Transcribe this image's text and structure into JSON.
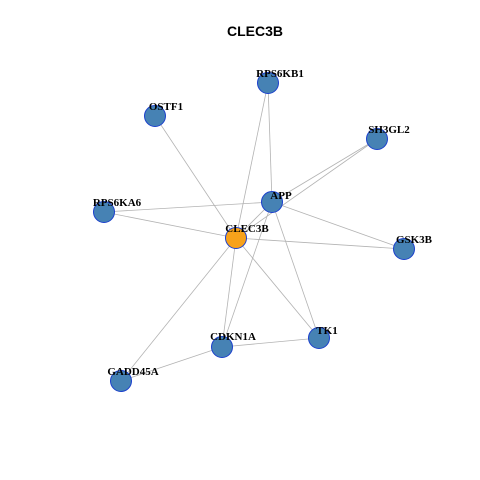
{
  "title": "CLEC3B",
  "colors": {
    "hub_node": "#f7a21b",
    "node": "#4682b4",
    "node_border": "#1a3fcc",
    "edge": "#b3b3b3"
  },
  "nodes": [
    {
      "id": "CLEC3B",
      "label": "CLEC3B",
      "hub": true
    },
    {
      "id": "APP",
      "label": "APP"
    },
    {
      "id": "RPS6KB1",
      "label": "RPS6KB1"
    },
    {
      "id": "OSTF1",
      "label": "OSTF1"
    },
    {
      "id": "SH3GL2",
      "label": "SH3GL2"
    },
    {
      "id": "RPS6KA6",
      "label": "RPS6KA6"
    },
    {
      "id": "GSK3B",
      "label": "GSK3B"
    },
    {
      "id": "CDKN1A",
      "label": "CDKN1A"
    },
    {
      "id": "TK1",
      "label": "TK1"
    },
    {
      "id": "GADD45A",
      "label": "GADD45A"
    }
  ],
  "edges": [
    [
      "CLEC3B",
      "APP"
    ],
    [
      "CLEC3B",
      "OSTF1"
    ],
    [
      "CLEC3B",
      "SH3GL2"
    ],
    [
      "CLEC3B",
      "RPS6KA6"
    ],
    [
      "CLEC3B",
      "GSK3B"
    ],
    [
      "CLEC3B",
      "CDKN1A"
    ],
    [
      "CLEC3B",
      "TK1"
    ],
    [
      "CLEC3B",
      "GADD45A"
    ],
    [
      "CLEC3B",
      "RPS6KB1"
    ],
    [
      "APP",
      "RPS6KB1"
    ],
    [
      "APP",
      "SH3GL2"
    ],
    [
      "APP",
      "RPS6KA6"
    ],
    [
      "APP",
      "GSK3B"
    ],
    [
      "APP",
      "CDKN1A"
    ],
    [
      "APP",
      "TK1"
    ],
    [
      "CDKN1A",
      "TK1"
    ],
    [
      "CDKN1A",
      "GADD45A"
    ]
  ]
}
